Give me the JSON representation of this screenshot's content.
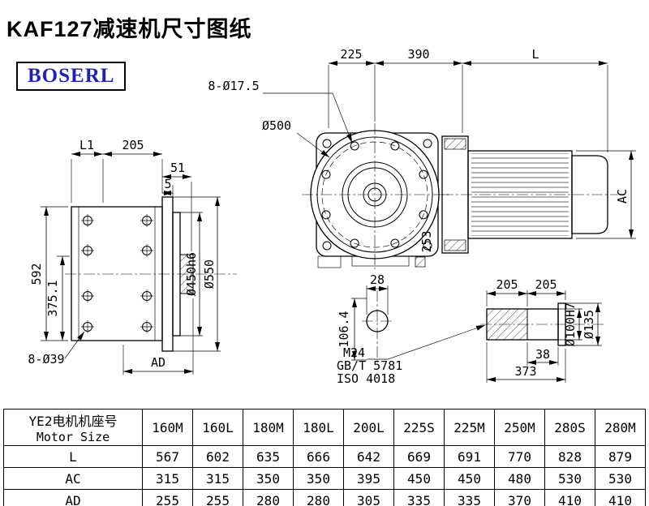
{
  "page": {
    "title": "KAF127减速机尺寸图纸",
    "logo": "BOSERL"
  },
  "drawing": {
    "front": {
      "dim_225": "225",
      "dim_390": "390",
      "dim_l": "L",
      "bolt_holes": "8-Ø17.5",
      "dia_500": "Ø500",
      "dim_ac": "AC",
      "dim_253": "253"
    },
    "side": {
      "dim_l1": "L1",
      "dim_205": "205",
      "dim_51": "51",
      "dim_5": "5",
      "dim_592": "592",
      "dim_375": "375.1",
      "bolt_holes": "8-Ø39",
      "dim_ad": "AD",
      "dia_450": "Ø450h6",
      "dia_550": "Ø550"
    },
    "bottom": {
      "dim_28": "28",
      "dim_106": "106.4"
    },
    "shaft": {
      "dim_205_left": "205",
      "dim_205_right": "205",
      "dim_38": "38",
      "dim_373": "373",
      "thread": "M24",
      "standard_gb": "GB/T 5781",
      "standard_iso": "ISO 4018",
      "dia_100": "Ø100H7",
      "dia_135": "Ø135"
    }
  },
  "table": {
    "header_cn": "YE2电机机座号",
    "header_en": "Motor Size",
    "columns": [
      "160M",
      "160L",
      "180M",
      "180L",
      "200L",
      "225S",
      "225M",
      "250M",
      "280S",
      "280M"
    ],
    "rows": [
      {
        "label": "L",
        "values": [
          "567",
          "602",
          "635",
          "666",
          "642",
          "669",
          "691",
          "770",
          "828",
          "879"
        ]
      },
      {
        "label": "AC",
        "values": [
          "315",
          "315",
          "350",
          "350",
          "395",
          "450",
          "450",
          "480",
          "530",
          "530"
        ]
      },
      {
        "label": "AD",
        "values": [
          "255",
          "255",
          "280",
          "280",
          "305",
          "335",
          "335",
          "370",
          "410",
          "410"
        ]
      }
    ]
  }
}
